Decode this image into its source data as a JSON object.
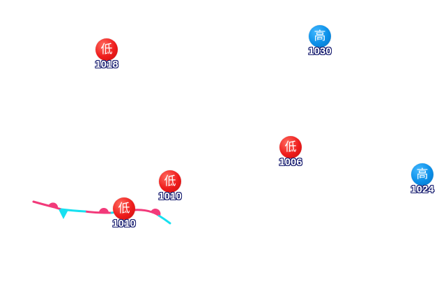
{
  "map": {
    "markers": [
      {
        "kind": "low",
        "symbol": "低",
        "pressure": "1018"
      },
      {
        "kind": "high",
        "symbol": "高",
        "pressure": "1030"
      },
      {
        "kind": "low",
        "symbol": "低",
        "pressure": "1006"
      },
      {
        "kind": "high",
        "symbol": "高",
        "pressure": "1024"
      },
      {
        "kind": "low",
        "symbol": "低",
        "pressure": "1010"
      },
      {
        "kind": "low",
        "symbol": "低",
        "pressure": "1010"
      }
    ],
    "front": {
      "type": "stationary",
      "warm_color": "#f23a7a",
      "cold_color": "#17e0f0"
    },
    "colors": {
      "low": "#ee1c1c",
      "high": "#0a8fe8",
      "label_outline": "#141a6e"
    }
  }
}
